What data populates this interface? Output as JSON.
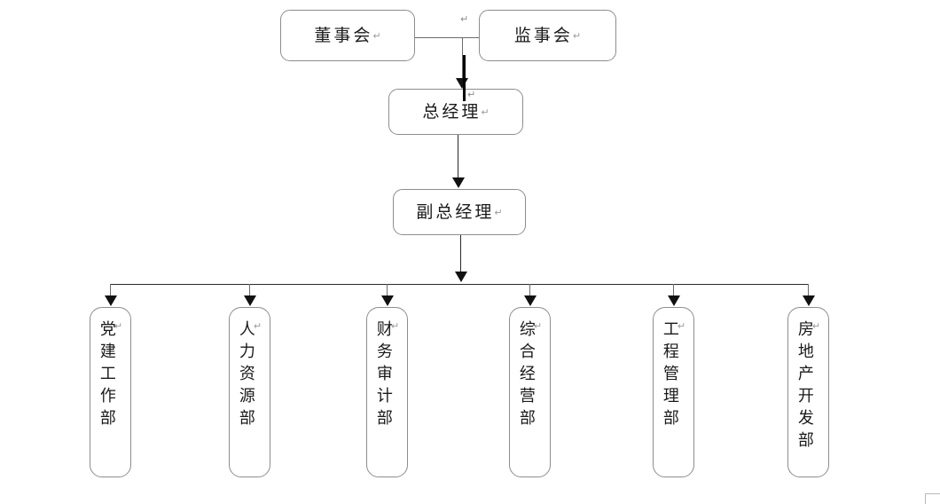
{
  "diagram": {
    "title": "Organizational Structure Chart",
    "pilcrow_glyph": "↵",
    "colors": {
      "box_border": "#8d8d8d",
      "connector": "#2a2a2a",
      "text": "#1a1a1a",
      "pilcrow": "#9a9aa5",
      "caret": "#000000"
    },
    "top_level": [
      {
        "id": "board",
        "label": "董事会",
        "pilcrow": "↵"
      },
      {
        "id": "supervisors",
        "label": "监事会",
        "pilcrow": "↵"
      }
    ],
    "management": [
      {
        "id": "general-manager",
        "label": "总经理",
        "pilcrow": "↵"
      },
      {
        "id": "deputy-general-manager",
        "label": "副总经理",
        "pilcrow": "↵"
      }
    ],
    "departments": [
      {
        "id": "party-building",
        "label": "党建工作部",
        "pilcrow": "↵"
      },
      {
        "id": "human-resources",
        "label": "人力资源部",
        "pilcrow": "↵"
      },
      {
        "id": "finance-audit",
        "label": "财务审计部",
        "pilcrow": "↵"
      },
      {
        "id": "comprehensive-operations",
        "label": "综合经营部",
        "pilcrow": "↵"
      },
      {
        "id": "engineering-management",
        "label": "工程管理部",
        "pilcrow": "↵"
      },
      {
        "id": "real-estate-development",
        "label": "房地产开发部",
        "pilcrow": "↵"
      }
    ],
    "annotations": {
      "top_connector_pilcrow": "↵",
      "caret_pilcrow": "↵"
    }
  }
}
